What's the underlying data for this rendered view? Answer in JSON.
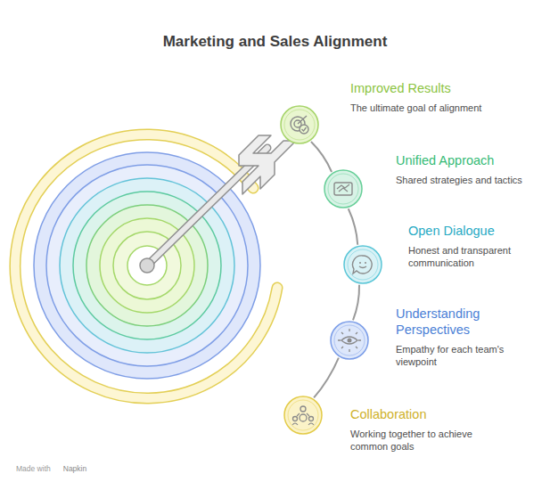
{
  "diagram": {
    "title": "Marketing and Sales Alignment",
    "nodes": [
      {
        "text": [
          "Improved Results",
          "The ultimate goal of alignment"
        ]
      },
      {
        "text": [
          "Unified Approach",
          "Shared strategies and tactics"
        ]
      },
      {
        "text": [
          "Open Dialogue",
          "Honest and transparent communication"
        ]
      },
      {
        "text": [
          "Understanding Perspectives",
          "Empathy for each team's viewpoint"
        ]
      },
      {
        "text": [
          "Collaboration",
          "Working together to achieve common goals"
        ]
      }
    ],
    "edges": [
      {
        "from": 0,
        "to": 1,
        "arrow": "none"
      },
      {
        "from": 1,
        "to": 2,
        "arrow": "none"
      },
      {
        "from": 2,
        "to": 3,
        "arrow": "none"
      },
      {
        "from": 3,
        "to": 4,
        "arrow": "none"
      }
    ],
    "labels": [
      "Made with",
      "Napkin"
    ]
  }
}
